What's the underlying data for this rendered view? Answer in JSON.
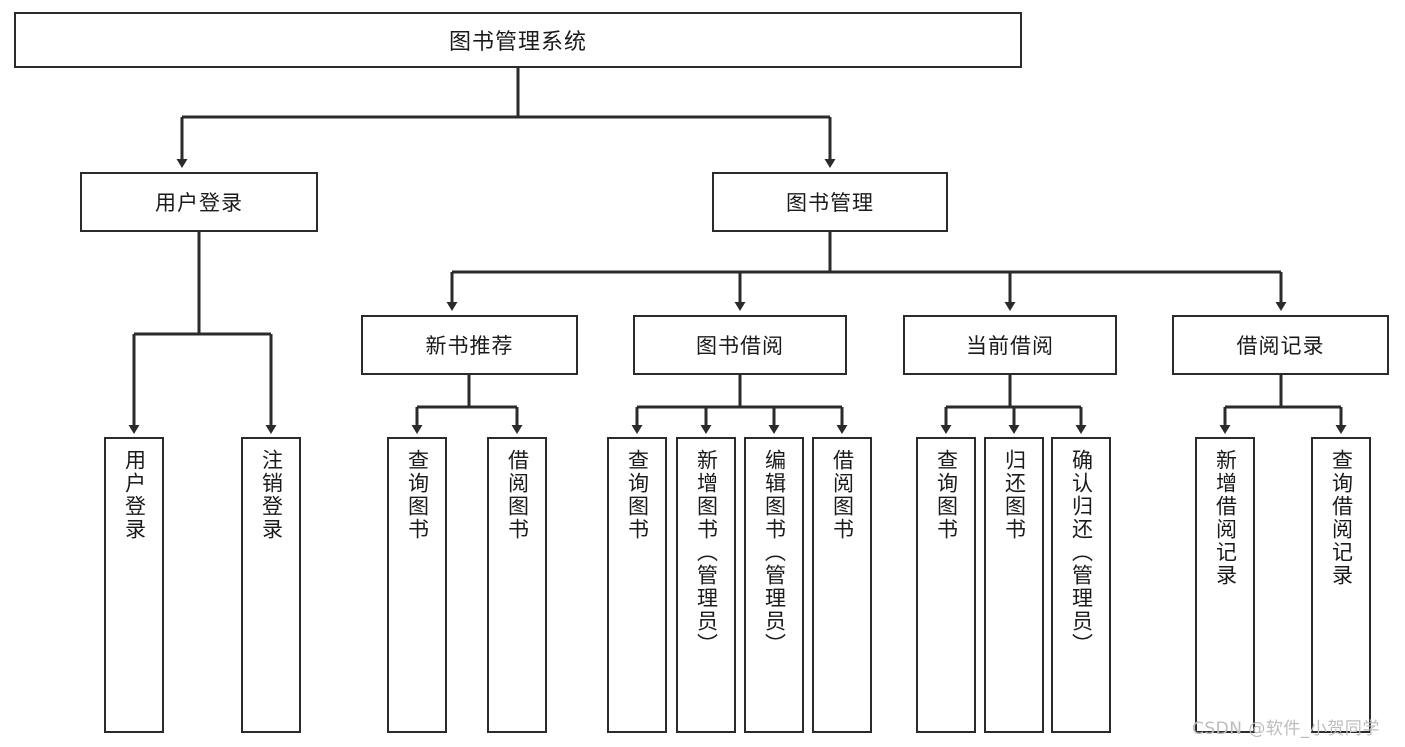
{
  "diagram": {
    "title": "图书管理系统",
    "type": "tree-hierarchy",
    "root": {
      "label": "图书管理系统"
    },
    "level1": [
      {
        "label": "用户登录"
      },
      {
        "label": "图书管理"
      }
    ],
    "level2": [
      {
        "label": "新书推荐"
      },
      {
        "label": "图书借阅"
      },
      {
        "label": "当前借阅"
      },
      {
        "label": "借阅记录"
      }
    ],
    "leaves": {
      "user_login": [
        {
          "label": "用户登录"
        },
        {
          "label": "注销登录"
        }
      ],
      "new_book_recommend": [
        {
          "label": "查询图书"
        },
        {
          "label": "借阅图书"
        }
      ],
      "book_borrow": [
        {
          "label": "查询图书"
        },
        {
          "label": "新增图书（管理员）"
        },
        {
          "label": "编辑图书（管理员）"
        },
        {
          "label": "借阅图书"
        }
      ],
      "current_borrow": [
        {
          "label": "查询图书"
        },
        {
          "label": "归还图书"
        },
        {
          "label": "确认归还（管理员）"
        }
      ],
      "borrow_record": [
        {
          "label": "新增借阅记录"
        },
        {
          "label": "查询借阅记录"
        }
      ]
    }
  },
  "watermark": {
    "text": "CSDN @软件_小贺同学"
  },
  "colors": {
    "stroke": "#2b2b2b",
    "text": "#1b1b1b",
    "background": "#ffffff",
    "watermark": "#bdbdbd"
  }
}
